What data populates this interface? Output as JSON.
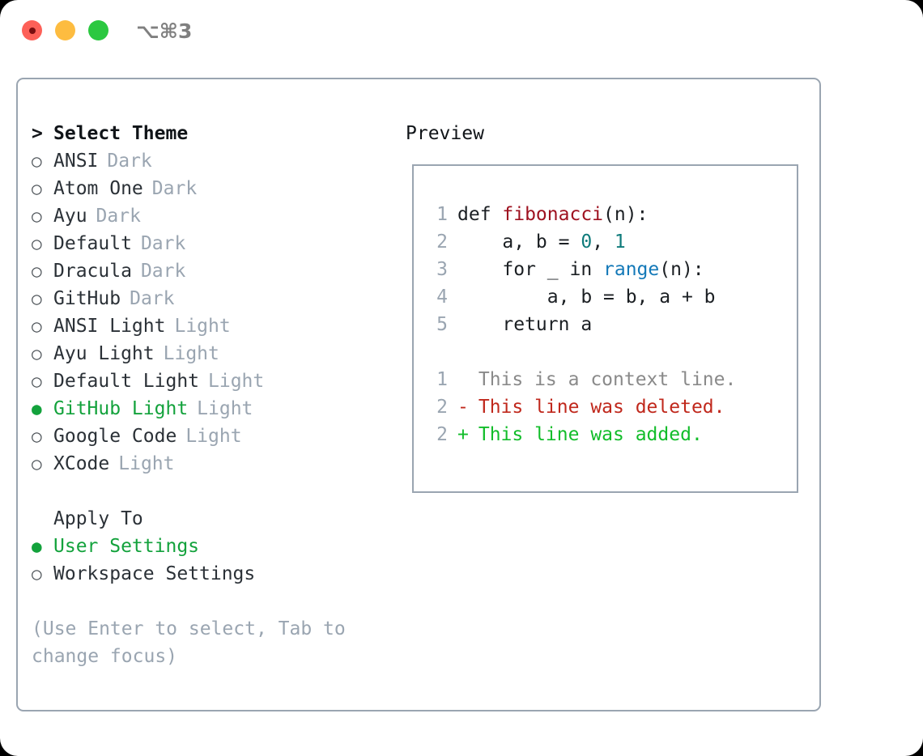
{
  "window": {
    "shortcut": "⌥⌘3",
    "traffic_lights": [
      "close-button",
      "minimize-button",
      "zoom-button"
    ],
    "colors": {
      "red": "#fd6058",
      "yellow": "#fdbc40",
      "green": "#2bc840",
      "accent_selected": "#13a23c",
      "muted": "#9aa5b1",
      "border": "#9aa5b1"
    }
  },
  "theme_picker": {
    "heading": "Select Theme",
    "heading_marker": ">",
    "bullet_off": "○",
    "bullet_on": "●",
    "items": [
      {
        "name": "ANSI",
        "variant": "Dark",
        "selected": false
      },
      {
        "name": "Atom One",
        "variant": "Dark",
        "selected": false
      },
      {
        "name": "Ayu",
        "variant": "Dark",
        "selected": false
      },
      {
        "name": "Default",
        "variant": "Dark",
        "selected": false
      },
      {
        "name": "Dracula",
        "variant": "Dark",
        "selected": false
      },
      {
        "name": "GitHub",
        "variant": "Dark",
        "selected": false
      },
      {
        "name": "ANSI Light",
        "variant": "Light",
        "selected": false
      },
      {
        "name": "Ayu Light",
        "variant": "Light",
        "selected": false
      },
      {
        "name": "Default Light",
        "variant": "Light",
        "selected": false
      },
      {
        "name": "GitHub Light",
        "variant": "Light",
        "selected": true
      },
      {
        "name": "Google Code",
        "variant": "Light",
        "selected": false
      },
      {
        "name": "XCode",
        "variant": "Light",
        "selected": false
      }
    ]
  },
  "apply_to": {
    "heading": "Apply To",
    "items": [
      {
        "name": "User Settings",
        "selected": true
      },
      {
        "name": "Workspace Settings",
        "selected": false
      }
    ]
  },
  "hint": {
    "line1": "(Use Enter to select, Tab to",
    "line2": "change focus)"
  },
  "preview": {
    "title": "Preview",
    "code_lines": [
      {
        "num": "1",
        "tokens": [
          {
            "t": "def ",
            "k": "plain"
          },
          {
            "t": "fibonacci",
            "k": "fn"
          },
          {
            "t": "(n):",
            "k": "plain"
          }
        ]
      },
      {
        "num": "2",
        "tokens": [
          {
            "t": "    a, b = ",
            "k": "plain"
          },
          {
            "t": "0",
            "k": "num"
          },
          {
            "t": ", ",
            "k": "plain"
          },
          {
            "t": "1",
            "k": "num"
          }
        ]
      },
      {
        "num": "3",
        "tokens": [
          {
            "t": "    for _ in ",
            "k": "plain"
          },
          {
            "t": "range",
            "k": "call"
          },
          {
            "t": "(n):",
            "k": "plain"
          }
        ]
      },
      {
        "num": "4",
        "tokens": [
          {
            "t": "        a, b = b, a + b",
            "k": "plain"
          }
        ]
      },
      {
        "num": "5",
        "tokens": [
          {
            "t": "    return a",
            "k": "plain"
          }
        ]
      }
    ],
    "diff_lines": [
      {
        "num": "1",
        "mark": " ",
        "text": "This is a context line.",
        "kind": "context"
      },
      {
        "num": "2",
        "mark": "-",
        "text": "This line was deleted.",
        "kind": "deleted"
      },
      {
        "num": "2",
        "mark": "+",
        "text": "This line was added.",
        "kind": "added"
      }
    ]
  }
}
